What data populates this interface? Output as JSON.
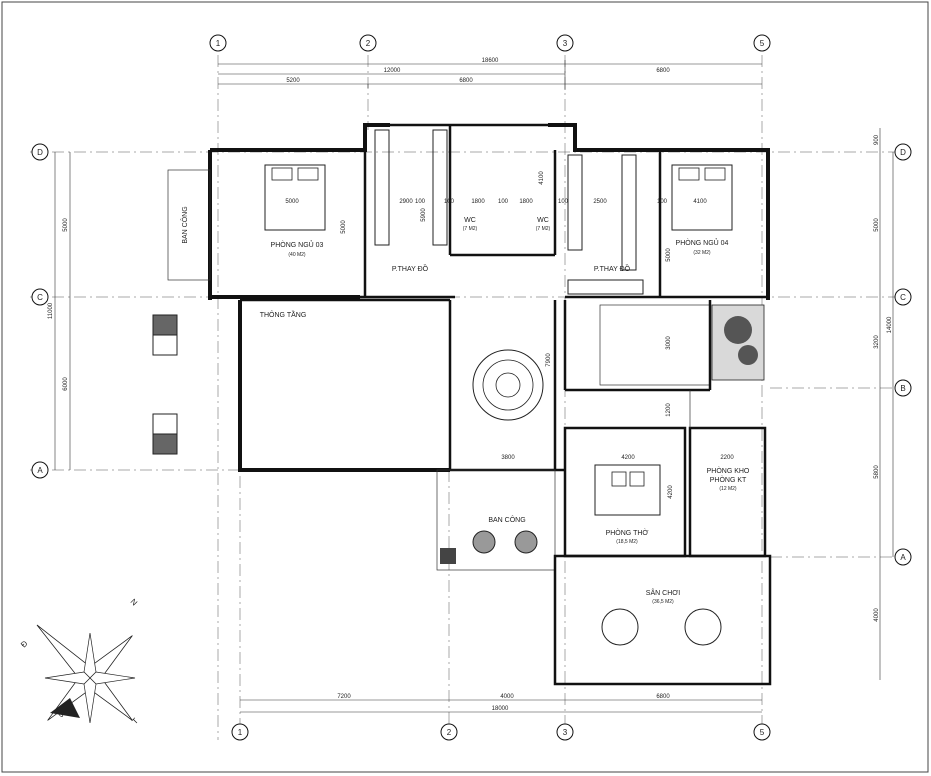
{
  "axes": {
    "top": [
      "1",
      "2",
      "3",
      "5"
    ],
    "bottom": [
      "1",
      "2",
      "3",
      "5"
    ],
    "left": [
      "D",
      "C",
      "A"
    ],
    "right": [
      "D",
      "C",
      "B",
      "A"
    ]
  },
  "dimensions": {
    "top_total": "18600",
    "top_group": "12000",
    "top_spans": [
      "5200",
      "6800",
      "6800"
    ],
    "bottom_spans": [
      "7200",
      "4000",
      "6800"
    ],
    "bottom_total": "18000",
    "left_total": "11000",
    "left_spans": [
      "5000",
      "6000"
    ],
    "right_total": "14000",
    "right_spans": [
      "900",
      "5000",
      "3200",
      "5800",
      "4000"
    ],
    "interior": [
      "5000",
      "5000",
      "2900",
      "5900",
      "100",
      "1800",
      "100",
      "1800",
      "100",
      "4100",
      "100",
      "2500",
      "4100",
      "5000",
      "7900",
      "3800",
      "4200",
      "4200",
      "2200",
      "1200",
      "3000",
      "100"
    ]
  },
  "rooms": {
    "bedroom3": {
      "name": "PHÒNG NGỦ 03",
      "area": "(40 M2)"
    },
    "bedroom4": {
      "name": "PHÒNG NGỦ 04",
      "area": "(32 M2)"
    },
    "dressing_left": {
      "name": "P.THAY ĐỒ"
    },
    "dressing_right": {
      "name": "P.THAY ĐỒ"
    },
    "wc_left": {
      "name": "WC",
      "area": "(7 M2)"
    },
    "wc_right": {
      "name": "WC",
      "area": "(7 M2)"
    },
    "void": {
      "name": "THÔNG TẦNG"
    },
    "balcony_left": {
      "name": "BAN CÔNG"
    },
    "balcony_mid": {
      "name": "BAN CÔNG"
    },
    "storage": {
      "name": "PHÒNG KHO",
      "sub": "PHÒNG KT",
      "area": "(12 M2)"
    },
    "worship": {
      "name": "PHÒNG THỜ",
      "area": "(18,5 M2)"
    },
    "play": {
      "name": "SÂN CHƠI",
      "area": "(36,5 M2)"
    }
  },
  "compass": {
    "labels": [
      "N",
      "Đ",
      "B",
      "T"
    ]
  }
}
